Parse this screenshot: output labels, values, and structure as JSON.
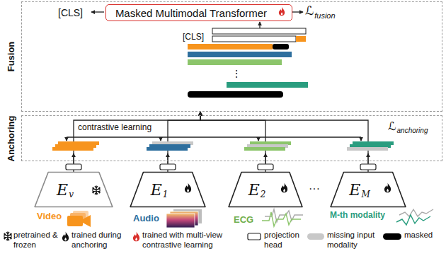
{
  "diagram": {
    "nodes": [
      {
        "text": [
          "Fusion"
        ]
      },
      {
        "text": [
          "Masked Multimodal Transformer"
        ],
        "in": 0
      },
      {
        "text": [
          "Anchoring"
        ]
      },
      {
        "text": [
          "E",
          "v"
        ]
      },
      {
        "text": [
          "E",
          "1"
        ]
      },
      {
        "text": [
          "E",
          "2"
        ]
      },
      {
        "text": [
          "E",
          "M"
        ]
      }
    ],
    "edges": [
      {
        "from": 3,
        "to": 0,
        "arrow": "to"
      },
      {
        "from": 4,
        "to": 0,
        "arrow": "to"
      },
      {
        "from": 5,
        "to": 0,
        "arrow": "to"
      },
      {
        "from": 6,
        "to": 0,
        "arrow": "to"
      }
    ],
    "labels": [
      "[CLS]",
      "[CLS]",
      "ℒ",
      "fusion",
      "contrastive learning",
      "ℒ",
      "anchoring",
      "Video",
      "Audio",
      "ECG",
      "M-th modality",
      "···",
      "⋮"
    ],
    "legend": [
      {
        "text": "pretrained & frozen"
      },
      {
        "text": "trained during anchoring"
      },
      {
        "text": "trained with multi-view contrastive learning"
      },
      {
        "text": "projection head"
      },
      {
        "text": "missing input modality",
        "color": "#c8c8c8"
      },
      {
        "text": "masked",
        "color": "#000000"
      }
    ]
  }
}
